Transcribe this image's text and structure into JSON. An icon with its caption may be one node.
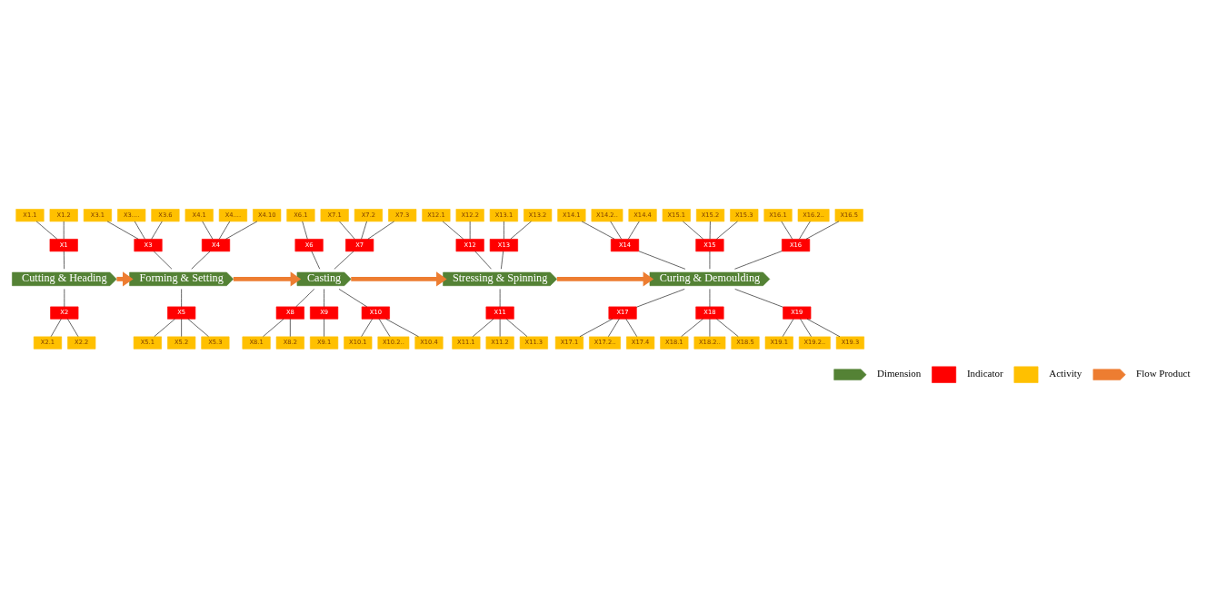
{
  "diagram": {
    "nodes": [
      {
        "text": [
          "Cutting & Heading"
        ]
      },
      {
        "text": [
          "Forming & Setting"
        ]
      },
      {
        "text": [
          "Casting"
        ]
      },
      {
        "text": [
          "Stressing & Spinning"
        ]
      },
      {
        "text": [
          "Curing & Demoulding"
        ]
      },
      {
        "text": [
          "X1"
        ]
      },
      {
        "text": [
          "X1.1"
        ]
      },
      {
        "text": [
          "X1.2"
        ]
      },
      {
        "text": [
          "X2"
        ]
      },
      {
        "text": [
          "X2.1"
        ]
      },
      {
        "text": [
          "X2.2"
        ]
      },
      {
        "text": [
          "X3"
        ]
      },
      {
        "text": [
          "X3.1"
        ]
      },
      {
        "text": [
          "X3...."
        ]
      },
      {
        "text": [
          "X3.6"
        ]
      },
      {
        "text": [
          "X4"
        ]
      },
      {
        "text": [
          "X4.1"
        ]
      },
      {
        "text": [
          "X4...."
        ]
      },
      {
        "text": [
          "X4.10"
        ]
      },
      {
        "text": [
          "X5"
        ]
      },
      {
        "text": [
          "X5.1"
        ]
      },
      {
        "text": [
          "X5.2"
        ]
      },
      {
        "text": [
          "X5.3"
        ]
      },
      {
        "text": [
          "X6"
        ]
      },
      {
        "text": [
          "X6.1"
        ]
      },
      {
        "text": [
          "X7"
        ]
      },
      {
        "text": [
          "X7.1"
        ]
      },
      {
        "text": [
          "X7.2"
        ]
      },
      {
        "text": [
          "X7.3"
        ]
      },
      {
        "text": [
          "X8"
        ]
      },
      {
        "text": [
          "X8.1"
        ]
      },
      {
        "text": [
          "X8.2"
        ]
      },
      {
        "text": [
          "X9"
        ]
      },
      {
        "text": [
          "X9.1"
        ]
      },
      {
        "text": [
          "X10"
        ]
      },
      {
        "text": [
          "X10.1"
        ]
      },
      {
        "text": [
          "X10.2.."
        ]
      },
      {
        "text": [
          "X10.4"
        ]
      },
      {
        "text": [
          "X11"
        ]
      },
      {
        "text": [
          "X11.1"
        ]
      },
      {
        "text": [
          "X11.2"
        ]
      },
      {
        "text": [
          "X11.3"
        ]
      },
      {
        "text": [
          "X12"
        ]
      },
      {
        "text": [
          "X12.1"
        ]
      },
      {
        "text": [
          "X12.2"
        ]
      },
      {
        "text": [
          "X13"
        ]
      },
      {
        "text": [
          "X13.1"
        ]
      },
      {
        "text": [
          "X13.2"
        ]
      },
      {
        "text": [
          "X14"
        ]
      },
      {
        "text": [
          "X14.1"
        ]
      },
      {
        "text": [
          "X14.2.."
        ]
      },
      {
        "text": [
          "X14.4"
        ]
      },
      {
        "text": [
          "X15"
        ]
      },
      {
        "text": [
          "X15.1"
        ]
      },
      {
        "text": [
          "X15.2"
        ]
      },
      {
        "text": [
          "X15.3"
        ]
      },
      {
        "text": [
          "X16"
        ]
      },
      {
        "text": [
          "X16.1"
        ]
      },
      {
        "text": [
          "X16.2.."
        ]
      },
      {
        "text": [
          "X16.5"
        ]
      },
      {
        "text": [
          "X17"
        ]
      },
      {
        "text": [
          "X17.1"
        ]
      },
      {
        "text": [
          "X17.2.."
        ]
      },
      {
        "text": [
          "X17.4"
        ]
      },
      {
        "text": [
          "X18"
        ]
      },
      {
        "text": [
          "X18.1"
        ]
      },
      {
        "text": [
          "X18.2.."
        ]
      },
      {
        "text": [
          "X18.5"
        ]
      },
      {
        "text": [
          "X19"
        ]
      },
      {
        "text": [
          "X19.1"
        ]
      },
      {
        "text": [
          "X19.2.."
        ]
      },
      {
        "text": [
          "X19.3"
        ]
      }
    ],
    "edges": [
      {
        "from": 0,
        "to": 1,
        "arrow": "to",
        "style": "thick",
        "color": "#ed7d31"
      },
      {
        "from": 1,
        "to": 2,
        "arrow": "to",
        "style": "thick",
        "color": "#ed7d31"
      },
      {
        "from": 2,
        "to": 3,
        "arrow": "to",
        "style": "thick",
        "color": "#ed7d31"
      },
      {
        "from": 3,
        "to": 4,
        "arrow": "to",
        "style": "thick",
        "color": "#ed7d31"
      },
      {
        "from": 6,
        "to": 5,
        "arrow": "none"
      },
      {
        "from": 7,
        "to": 5,
        "arrow": "none"
      },
      {
        "from": 5,
        "to": 0,
        "arrow": "none"
      },
      {
        "from": 0,
        "to": 8,
        "arrow": "none"
      },
      {
        "from": 8,
        "to": 9,
        "arrow": "none"
      },
      {
        "from": 8,
        "to": 10,
        "arrow": "none"
      },
      {
        "from": 12,
        "to": 11,
        "arrow": "none"
      },
      {
        "from": 13,
        "to": 11,
        "arrow": "none"
      },
      {
        "from": 14,
        "to": 11,
        "arrow": "none"
      },
      {
        "from": 11,
        "to": 1,
        "arrow": "none"
      },
      {
        "from": 16,
        "to": 15,
        "arrow": "none"
      },
      {
        "from": 17,
        "to": 15,
        "arrow": "none"
      },
      {
        "from": 18,
        "to": 15,
        "arrow": "none"
      },
      {
        "from": 15,
        "to": 1,
        "arrow": "none"
      },
      {
        "from": 1,
        "to": 19,
        "arrow": "none"
      },
      {
        "from": 19,
        "to": 20,
        "arrow": "none"
      },
      {
        "from": 19,
        "to": 21,
        "arrow": "none"
      },
      {
        "from": 19,
        "to": 22,
        "arrow": "none"
      },
      {
        "from": 24,
        "to": 23,
        "arrow": "none"
      },
      {
        "from": 23,
        "to": 2,
        "arrow": "none"
      },
      {
        "from": 26,
        "to": 25,
        "arrow": "none"
      },
      {
        "from": 27,
        "to": 25,
        "arrow": "none"
      },
      {
        "from": 28,
        "to": 25,
        "arrow": "none"
      },
      {
        "from": 25,
        "to": 2,
        "arrow": "none"
      },
      {
        "from": 2,
        "to": 29,
        "arrow": "none"
      },
      {
        "from": 29,
        "to": 30,
        "arrow": "none"
      },
      {
        "from": 29,
        "to": 31,
        "arrow": "none"
      },
      {
        "from": 2,
        "to": 32,
        "arrow": "none"
      },
      {
        "from": 32,
        "to": 33,
        "arrow": "none"
      },
      {
        "from": 2,
        "to": 34,
        "arrow": "none"
      },
      {
        "from": 34,
        "to": 35,
        "arrow": "none"
      },
      {
        "from": 34,
        "to": 36,
        "arrow": "none"
      },
      {
        "from": 34,
        "to": 37,
        "arrow": "none"
      },
      {
        "from": 3,
        "to": 38,
        "arrow": "none"
      },
      {
        "from": 38,
        "to": 39,
        "arrow": "none"
      },
      {
        "from": 38,
        "to": 40,
        "arrow": "none"
      },
      {
        "from": 38,
        "to": 41,
        "arrow": "none"
      },
      {
        "from": 43,
        "to": 42,
        "arrow": "none"
      },
      {
        "from": 44,
        "to": 42,
        "arrow": "none"
      },
      {
        "from": 42,
        "to": 3,
        "arrow": "none"
      },
      {
        "from": 46,
        "to": 45,
        "arrow": "none"
      },
      {
        "from": 47,
        "to": 45,
        "arrow": "none"
      },
      {
        "from": 45,
        "to": 3,
        "arrow": "none"
      },
      {
        "from": 49,
        "to": 48,
        "arrow": "none"
      },
      {
        "from": 50,
        "to": 48,
        "arrow": "none"
      },
      {
        "from": 51,
        "to": 48,
        "arrow": "none"
      },
      {
        "from": 48,
        "to": 4,
        "arrow": "none"
      },
      {
        "from": 53,
        "to": 52,
        "arrow": "none"
      },
      {
        "from": 54,
        "to": 52,
        "arrow": "none"
      },
      {
        "from": 55,
        "to": 52,
        "arrow": "none"
      },
      {
        "from": 52,
        "to": 4,
        "arrow": "none"
      },
      {
        "from": 57,
        "to": 56,
        "arrow": "none"
      },
      {
        "from": 58,
        "to": 56,
        "arrow": "none"
      },
      {
        "from": 59,
        "to": 56,
        "arrow": "none"
      },
      {
        "from": 56,
        "to": 4,
        "arrow": "none"
      },
      {
        "from": 4,
        "to": 60,
        "arrow": "none"
      },
      {
        "from": 60,
        "to": 61,
        "arrow": "none"
      },
      {
        "from": 60,
        "to": 62,
        "arrow": "none"
      },
      {
        "from": 60,
        "to": 63,
        "arrow": "none"
      },
      {
        "from": 4,
        "to": 64,
        "arrow": "none"
      },
      {
        "from": 64,
        "to": 65,
        "arrow": "none"
      },
      {
        "from": 64,
        "to": 66,
        "arrow": "none"
      },
      {
        "from": 64,
        "to": 67,
        "arrow": "none"
      },
      {
        "from": 4,
        "to": 68,
        "arrow": "none"
      },
      {
        "from": 68,
        "to": 69,
        "arrow": "none"
      },
      {
        "from": 68,
        "to": 70,
        "arrow": "none"
      },
      {
        "from": 68,
        "to": 71,
        "arrow": "none"
      }
    ],
    "legend": [
      {
        "text": "Dimension"
      },
      {
        "text": "Indicator",
        "color": "#ff0000"
      },
      {
        "text": "Activity",
        "color": "#ffc000"
      },
      {
        "text": "Flow Product"
      }
    ]
  }
}
